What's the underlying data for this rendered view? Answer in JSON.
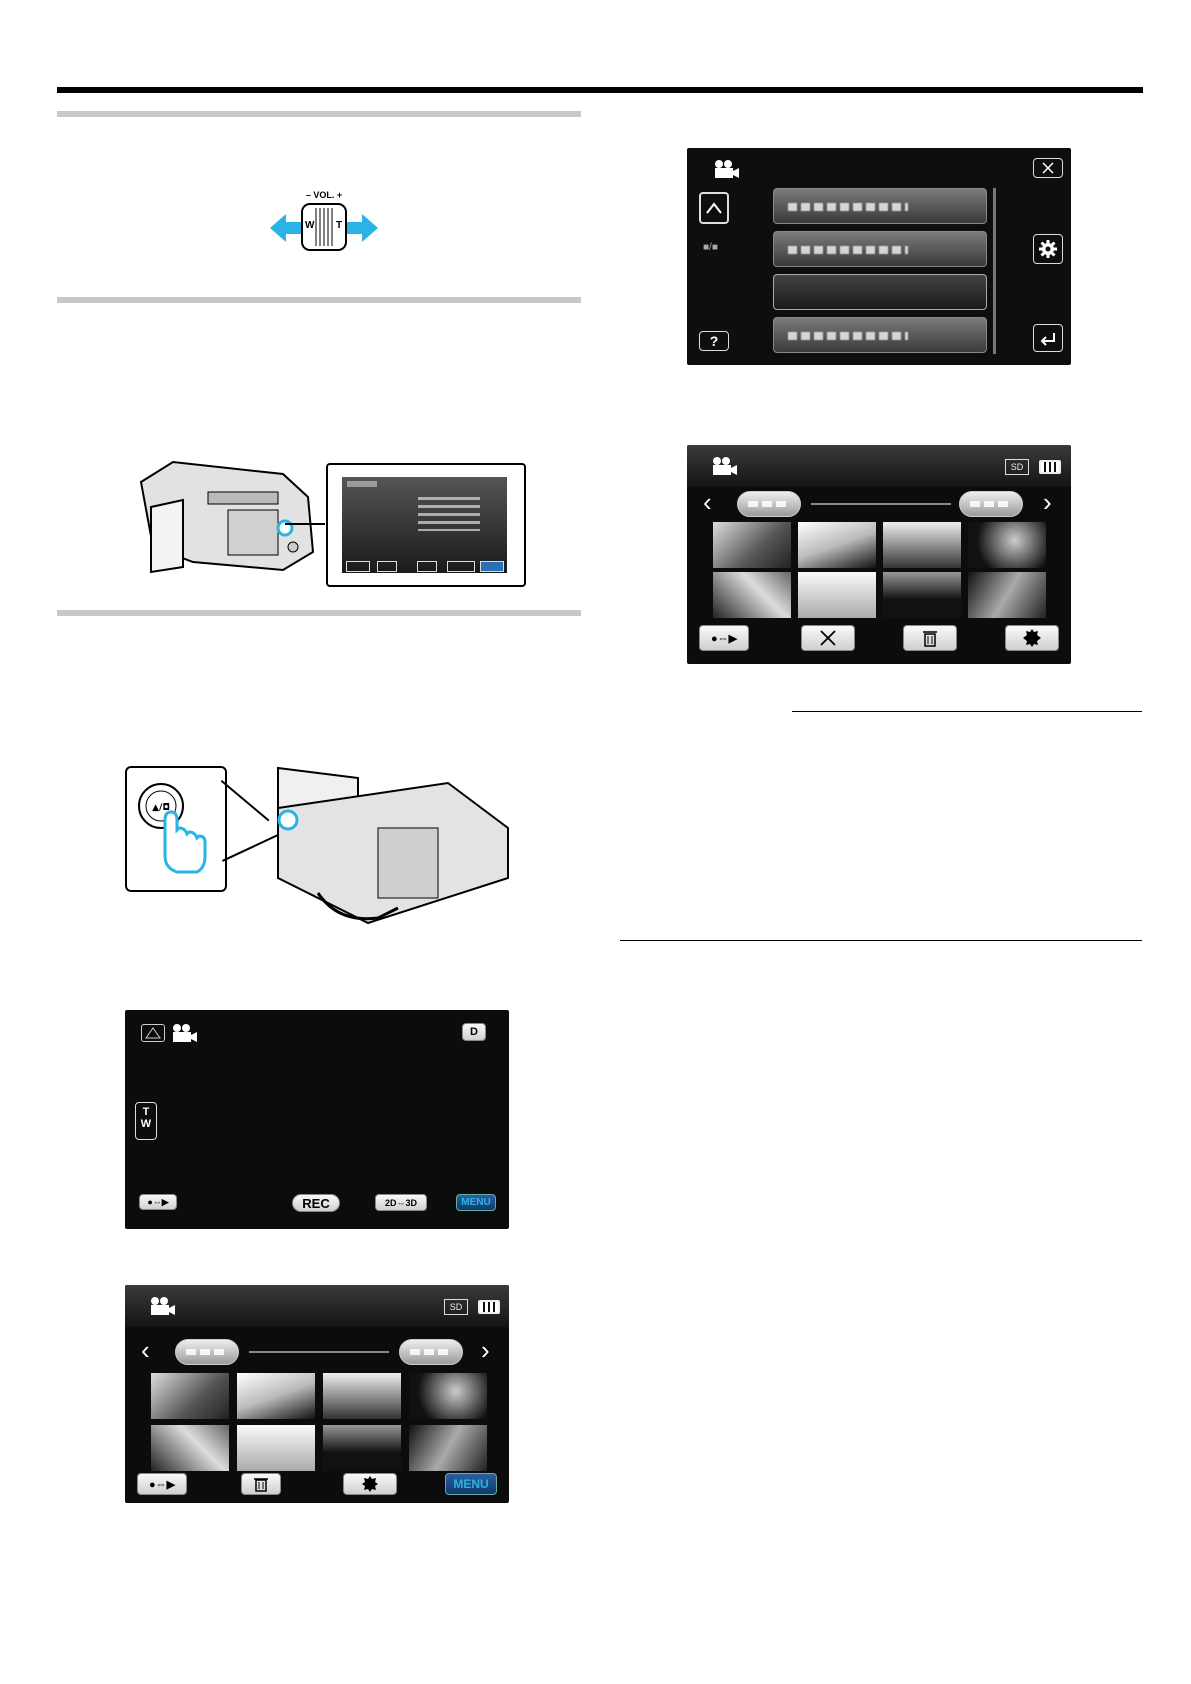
{
  "zoom_lever": {
    "label": "– VOL. +",
    "w": "W",
    "t": "T"
  },
  "rec_screen": {
    "tw_t": "T",
    "tw_w": "W",
    "rec_label": "REC",
    "mode_label": "2D⇔3D",
    "menu_label": "MENU",
    "d_label": "D"
  },
  "index_screen": {
    "storage": "SD",
    "menu_label": "MENU"
  },
  "menu_screen": {
    "page": "■/■"
  },
  "select_screen": {
    "storage": "SD"
  },
  "colors": {
    "accent_blue": "#2ab3e6",
    "arrow_blue": "#22a8e0",
    "screen_bg": "#0c0c0c"
  },
  "icons": [
    "zoom-lever-icon",
    "camcorder-icon",
    "hand-press-icon",
    "close-icon",
    "up-arrow-icon",
    "gear-icon",
    "help-icon",
    "back-icon",
    "trash-icon",
    "check-all-icon",
    "mode-switch-icon",
    "sd-card-icon",
    "battery-icon"
  ]
}
